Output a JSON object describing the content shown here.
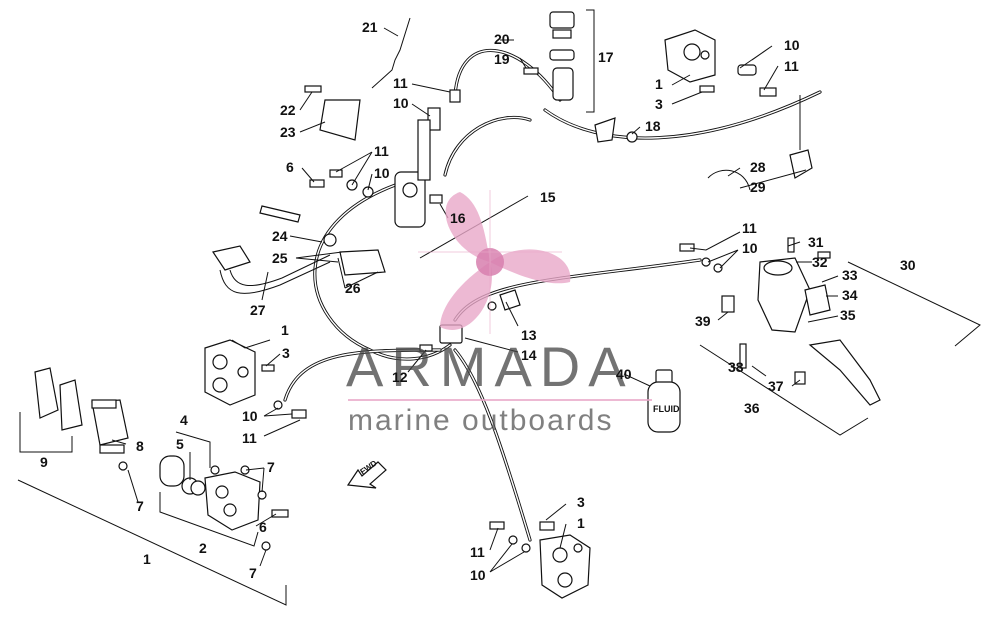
{
  "watermark": {
    "brand": "ARMADA",
    "tagline": "marine outboards",
    "logo_color": "#e8a8c8"
  },
  "fluid_label": "FLUID",
  "fwd_label": "FWD",
  "callouts": [
    {
      "id": "c21",
      "text": "21"
    },
    {
      "id": "c20",
      "text": "20"
    },
    {
      "id": "c19",
      "text": "19"
    },
    {
      "id": "c17",
      "text": "17"
    },
    {
      "id": "c10a",
      "text": "10"
    },
    {
      "id": "c11a",
      "text": "11"
    },
    {
      "id": "c1a",
      "text": "1"
    },
    {
      "id": "c3a",
      "text": "3"
    },
    {
      "id": "c22",
      "text": "22"
    },
    {
      "id": "c23",
      "text": "23"
    },
    {
      "id": "c11b",
      "text": "11"
    },
    {
      "id": "c10b",
      "text": "10"
    },
    {
      "id": "c18",
      "text": "18"
    },
    {
      "id": "c6a",
      "text": "6"
    },
    {
      "id": "c11c",
      "text": "11"
    },
    {
      "id": "c10c",
      "text": "10"
    },
    {
      "id": "c28",
      "text": "28"
    },
    {
      "id": "c29",
      "text": "29"
    },
    {
      "id": "c15",
      "text": "15"
    },
    {
      "id": "c16",
      "text": "16"
    },
    {
      "id": "c24",
      "text": "24"
    },
    {
      "id": "c25",
      "text": "25"
    },
    {
      "id": "c26",
      "text": "26"
    },
    {
      "id": "c11d",
      "text": "11"
    },
    {
      "id": "c10d",
      "text": "10"
    },
    {
      "id": "c31",
      "text": "31"
    },
    {
      "id": "c30",
      "text": "30"
    },
    {
      "id": "c32",
      "text": "32"
    },
    {
      "id": "c33",
      "text": "33"
    },
    {
      "id": "c34",
      "text": "34"
    },
    {
      "id": "c27",
      "text": "27"
    },
    {
      "id": "c1b",
      "text": "1"
    },
    {
      "id": "c3b",
      "text": "3"
    },
    {
      "id": "c39",
      "text": "39"
    },
    {
      "id": "c35",
      "text": "35"
    },
    {
      "id": "c13",
      "text": "13"
    },
    {
      "id": "c14",
      "text": "14"
    },
    {
      "id": "c12",
      "text": "12"
    },
    {
      "id": "c40",
      "text": "40"
    },
    {
      "id": "c38",
      "text": "38"
    },
    {
      "id": "c37",
      "text": "37"
    },
    {
      "id": "c36",
      "text": "36"
    },
    {
      "id": "c10e",
      "text": "10"
    },
    {
      "id": "c11e",
      "text": "11"
    },
    {
      "id": "c4",
      "text": "4"
    },
    {
      "id": "c5",
      "text": "5"
    },
    {
      "id": "c9",
      "text": "9"
    },
    {
      "id": "c8",
      "text": "8"
    },
    {
      "id": "c7a",
      "text": "7"
    },
    {
      "id": "c7b",
      "text": "7"
    },
    {
      "id": "c6b",
      "text": "6"
    },
    {
      "id": "c2",
      "text": "2"
    },
    {
      "id": "c7c",
      "text": "7"
    },
    {
      "id": "c1c",
      "text": "1"
    },
    {
      "id": "c3c",
      "text": "3"
    },
    {
      "id": "c1d",
      "text": "1"
    },
    {
      "id": "c11f",
      "text": "11"
    },
    {
      "id": "c10f",
      "text": "10"
    }
  ]
}
